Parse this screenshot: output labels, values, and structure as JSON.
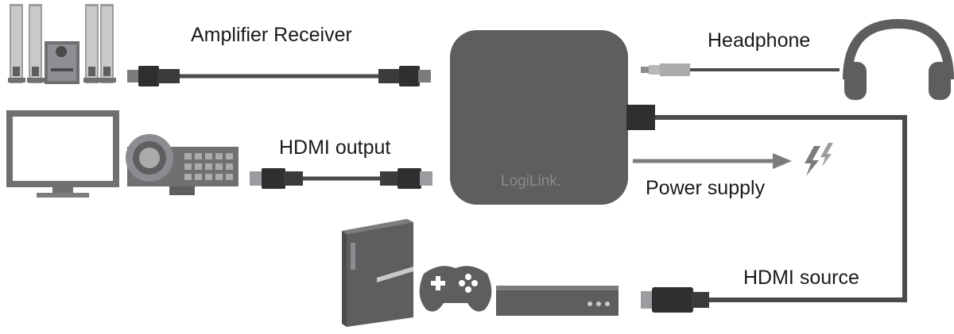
{
  "labels": {
    "amplifier_receiver": "Amplifier Receiver",
    "hdmi_output": "HDMI output",
    "headphone": "Headphone",
    "power_supply": "Power supply",
    "hdmi_source": "HDMI source"
  },
  "device": {
    "brand": "LogiLink."
  },
  "colors": {
    "device_body": "#5d5e60",
    "cable": "#4a4b4d",
    "connector": "#2e2f31",
    "icon_gray": "#6e7072",
    "icon_light": "#a9abad",
    "arrow": "#7a7c7e"
  }
}
